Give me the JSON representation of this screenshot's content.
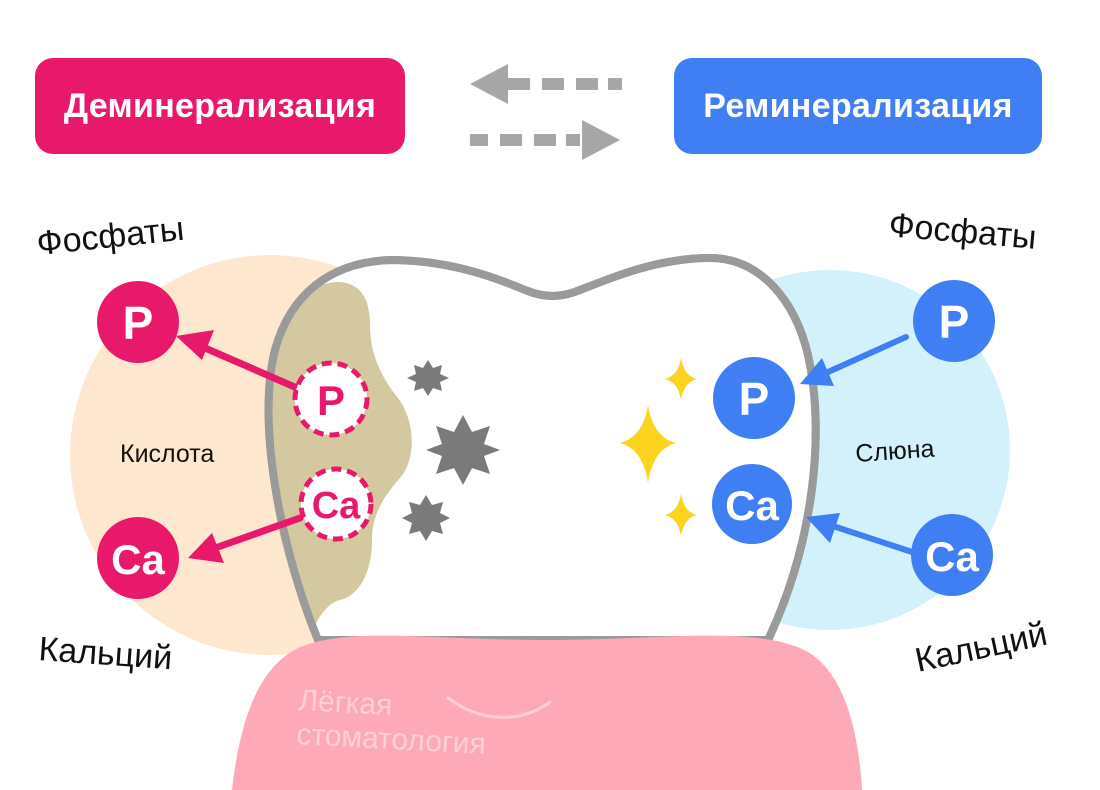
{
  "header": {
    "demineralization_label": "Деминерализация",
    "remineralization_label": "Реминерализация"
  },
  "left": {
    "phosphates_label": "Фосфаты",
    "calcium_label": "Кальций",
    "medium_label": "Кислота",
    "phosphorus_symbol": "P",
    "calcium_symbol": "Ca"
  },
  "right": {
    "phosphates_label": "Фосфаты",
    "calcium_label": "Кальций",
    "medium_label": "Слюна",
    "phosphorus_symbol": "P",
    "calcium_symbol": "Ca"
  },
  "watermark": {
    "line1": "Лёгкая",
    "line2": "стоматология"
  },
  "colors": {
    "demineralization": "#e8196a",
    "remineralization": "#3f7ef3",
    "acid_zone": "#fde8cf",
    "saliva_zone": "#d2f1fb",
    "caries_zone": "#d3c8a0",
    "gum": "#fda9b8",
    "tooth_outline": "#9a9a9a",
    "damage_stars": "#7a7a7a",
    "sparkles": "#fcd31f",
    "arrows_gray": "#a6a6a6"
  },
  "icons": {
    "damage": "damage-burst-icon",
    "shine": "sparkle-icon",
    "exchange": "bidirectional-arrows-icon"
  }
}
